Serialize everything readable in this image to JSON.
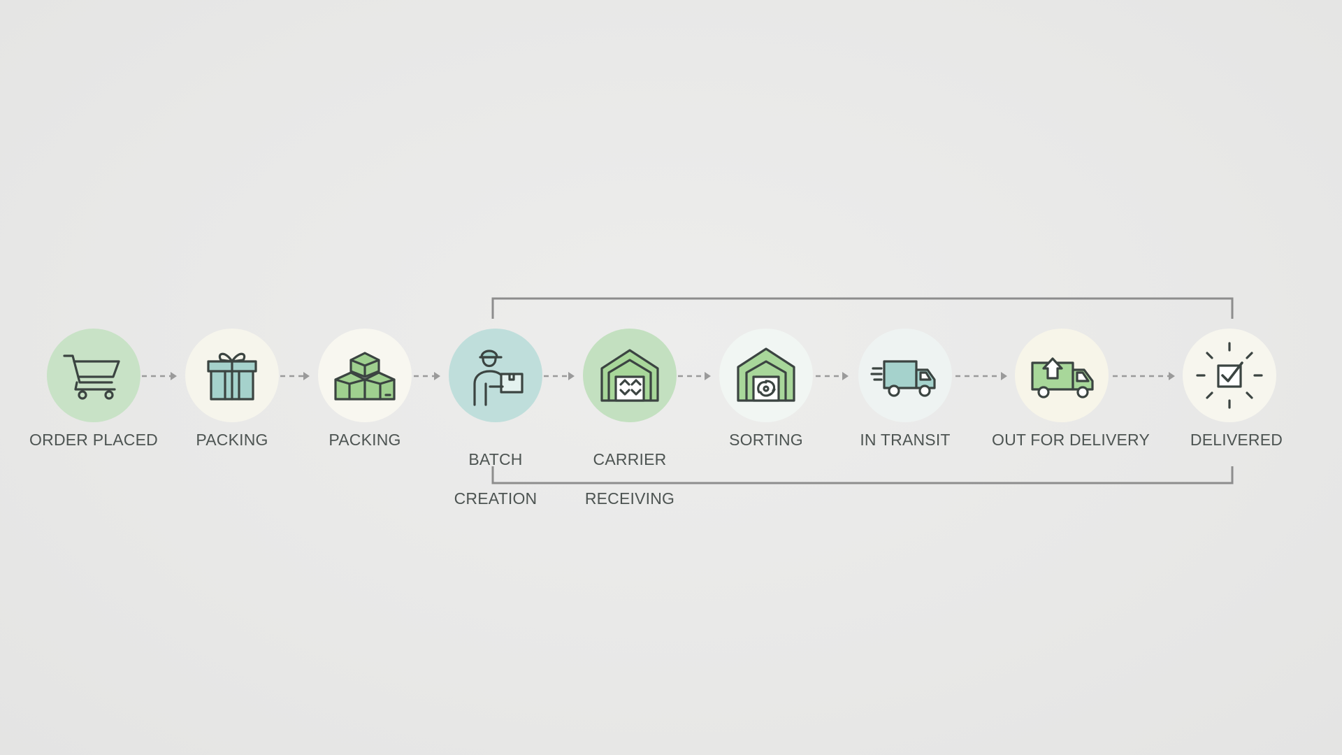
{
  "diagram": {
    "steps": [
      {
        "label": "ORDER PLACED",
        "icon": "shopping-cart-icon",
        "fill": "#c8e2c6"
      },
      {
        "label": "PACKING",
        "icon": "gift-box-icon",
        "fill": "#f6f5ec"
      },
      {
        "label": "PACKING",
        "icon": "stacked-boxes-icon",
        "fill": "#f8f7f0"
      },
      {
        "label_line1": "BATCH",
        "label_line2": "CREATION",
        "icon": "worker-with-package-icon",
        "fill": "#bfdedb"
      },
      {
        "label_line1": "CARRIER",
        "label_line2": "RECEIVING",
        "icon": "warehouse-icon",
        "fill": "#c3e0c0"
      },
      {
        "label": "SORTING",
        "icon": "sorting-warehouse-icon",
        "fill": "#f1f6f3"
      },
      {
        "label": "IN TRANSIT",
        "icon": "moving-truck-icon",
        "fill": "#eef3f2"
      },
      {
        "label": "OUT FOR DELIVERY",
        "icon": "delivery-truck-icon",
        "fill": "#f7f5e9"
      },
      {
        "label": "DELIVERED",
        "icon": "checkmark-burst-icon",
        "fill": "#f7f6ee"
      }
    ],
    "colors": {
      "stroke": "#3b4441",
      "green": "#9fd08f",
      "teal": "#a5d2cc",
      "arrow": "#9a9a9a",
      "bracket": "#8d8d8d",
      "text": "#4d5452"
    }
  }
}
